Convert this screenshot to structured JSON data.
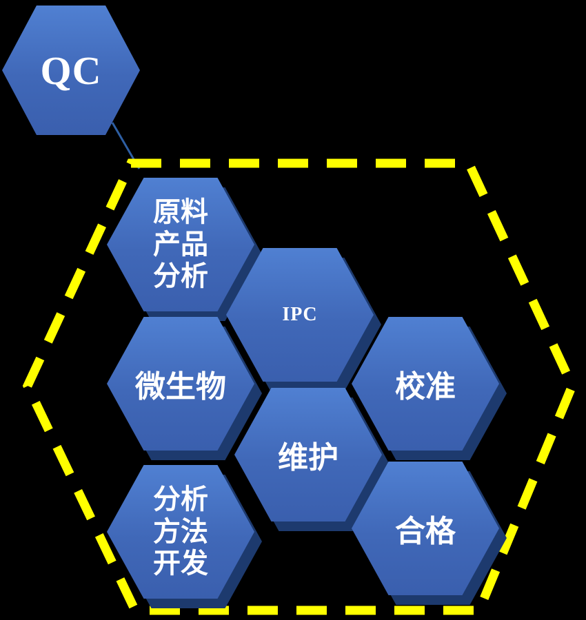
{
  "diagram": {
    "title_node": {
      "label": "QC"
    },
    "nodes": {
      "raw_analysis": {
        "lines": [
          "原料",
          "产品",
          "分析"
        ]
      },
      "ipc": {
        "label": "IPC"
      },
      "microbiology": {
        "label": "微生物"
      },
      "calibration": {
        "label": "校准"
      },
      "maintenance": {
        "label": "维护"
      },
      "method_dev": {
        "lines": [
          "分析",
          "方法",
          "开发"
        ]
      },
      "qualified": {
        "label": "合格"
      }
    },
    "colors": {
      "background": "#000000",
      "hex_fill": "#4472C4",
      "hex_shadow": "#1D3A6E",
      "group_outline": "#FFFF00",
      "text": "#FFFFFF",
      "connector": "#2E5FA3"
    }
  }
}
